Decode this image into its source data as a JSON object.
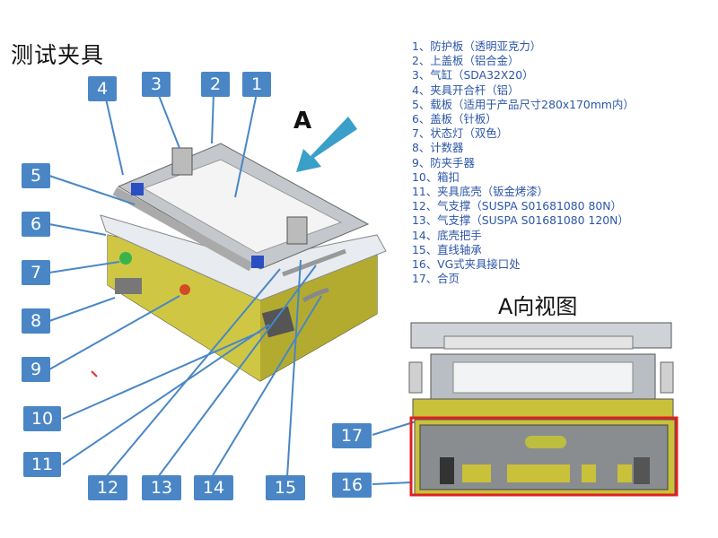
{
  "title": "测试夹具",
  "a_label": "A",
  "view_title": "A向视图",
  "parts": [
    "1、防护板（透明亚克力）",
    "2、上盖板（铝合金）",
    "3、气缸（SDA32X20）",
    "4、夹具开合杆（铝）",
    "5、载板（适用于产品尺寸280x170mm内）",
    "6、盖板（针板）",
    "7、状态灯（双色）",
    "8、计数器",
    "9、防夹手器",
    "10、箱扣",
    "11、夹具底壳（钣金烤漆）",
    "12、气支撑（SUSPA S01681080  80N）",
    "13、气支撑（SUSPA S01681080  120N）",
    "14、底壳把手",
    "15、直线轴承",
    "16、VG式夹具接口处",
    "17、合页"
  ],
  "callouts": [
    "1",
    "2",
    "3",
    "4",
    "5",
    "6",
    "7",
    "8",
    "9",
    "10",
    "11",
    "12",
    "13",
    "14",
    "15",
    "16",
    "17"
  ],
  "colors": {
    "callout_bg": "#4a86c6",
    "shell": "#c9c13a",
    "frame": "#b8b8b8",
    "arrow": "#3a9fc9",
    "highlight": "#e02020",
    "part_text": "#2c56a8"
  }
}
